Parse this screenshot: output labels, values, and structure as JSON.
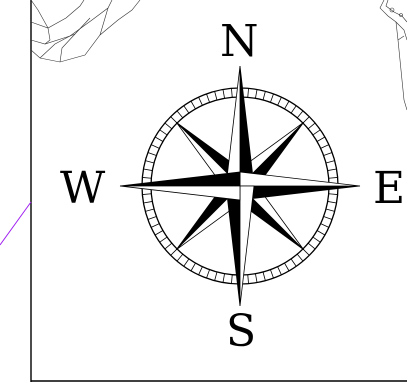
{
  "compass": {
    "north": "N",
    "south": "S",
    "east": "E",
    "west": "W"
  },
  "colors": {
    "background": "#ffffff",
    "ink": "#000000",
    "guide_line": "#a020f0"
  },
  "icons": {
    "compass_rose": "compass-rose-icon"
  }
}
